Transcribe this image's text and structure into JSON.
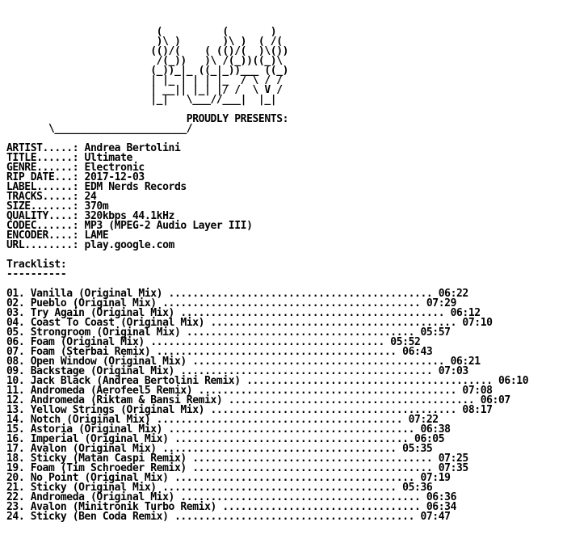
{
  "logo_art": [
    "                         (          (       )",
    "                         )\\ )       )\\ )  ( /(",
    "                        (()/(    ( (()/(  )\\())",
    "                         /(_))   )\\ /(_))((_)\\",
    "                        (_))_|_ ((_|_))___ ((_)",
    "                        | |_ | | | |_  / \\ / /",
    "                        | __|| |_| |/ /  \\ V /",
    "                        |_|   \\___//___|  |_|"
  ],
  "header": {
    "presents": "                              PROUDLY PRESENTS:",
    "underline": "       \\______________________/"
  },
  "release_info": [
    "ARTIST.....: Andrea Bertolini",
    "TITLE......: Ultimate",
    "GENRE......: Electronic",
    "RIP DATE...: 2017-12-03",
    "LABEL......: EDM Nerds Records",
    "TRACKS.....: 24",
    "SIZE.......: 370m",
    "QUALITY....: 320kbps 44.1kHz",
    "CODEC......: MP3 (MPEG-2 Audio Layer III)",
    "ENCODER....: LAME",
    "URL........: play.google.com"
  ],
  "tracklist_heading": "Tracklist:",
  "tracklist_rule": "----------",
  "tracks": [
    "01. Vanilla (Original Mix) ............................................ 06:22",
    "02. Pueblo (Original Mix) ........................................... 07:29",
    "03. Try Again (Original Mix) ............................................ 06:12",
    "04. Coast To Coast (Original Mix) ......................................... 07:10",
    "05. Strongroom (Original Mix) ...................................... 05:57",
    "06. Foam (Original Mix) ....................................... 05:52",
    "07. Foam (Sterbai Remix) ........................................ 06:43",
    "08. Open Window (Original Mix) .......................................... 06:21",
    "09. Backstage (Original Mix) .......................................... 07:03",
    "10. Jack Black (Andrea Bertolini Remix) ......................................... 06:10",
    "11. Andromeda (Aerofeel5 Remix) ........................................... 07:08",
    "12. Andromeda (Riktam & Bansi Remix) ......................................... 06:07",
    "13. Yellow Strings (Original Mix) ......................................... 08:17",
    "14. Notch (Original Mix) ......................................... 07:22",
    "15. Astoria (Original Mix) ......................................... 06:38",
    "16. Imperial (Original Mix) ....................................... 06:05",
    "17. Avalon (Original Mix) ....................................... 05:35",
    "18. Sticky (Matan Caspi Remix) ........................................ 07:25",
    "19. Foam (Tim Schroeder Remix) ........................................ 07:35",
    "20. No Point (Original Mix) ........................................ 07:19",
    "21. Sticky (Original Mix) ....................................... 05:36",
    "22. Andromeda (Original Mix) ........................................ 06:36",
    "23. Avalon (Minitronik Turbo Remix) ................................. 06:34",
    "24. Sticky (Ben Coda Remix) ........................................ 07:47"
  ]
}
